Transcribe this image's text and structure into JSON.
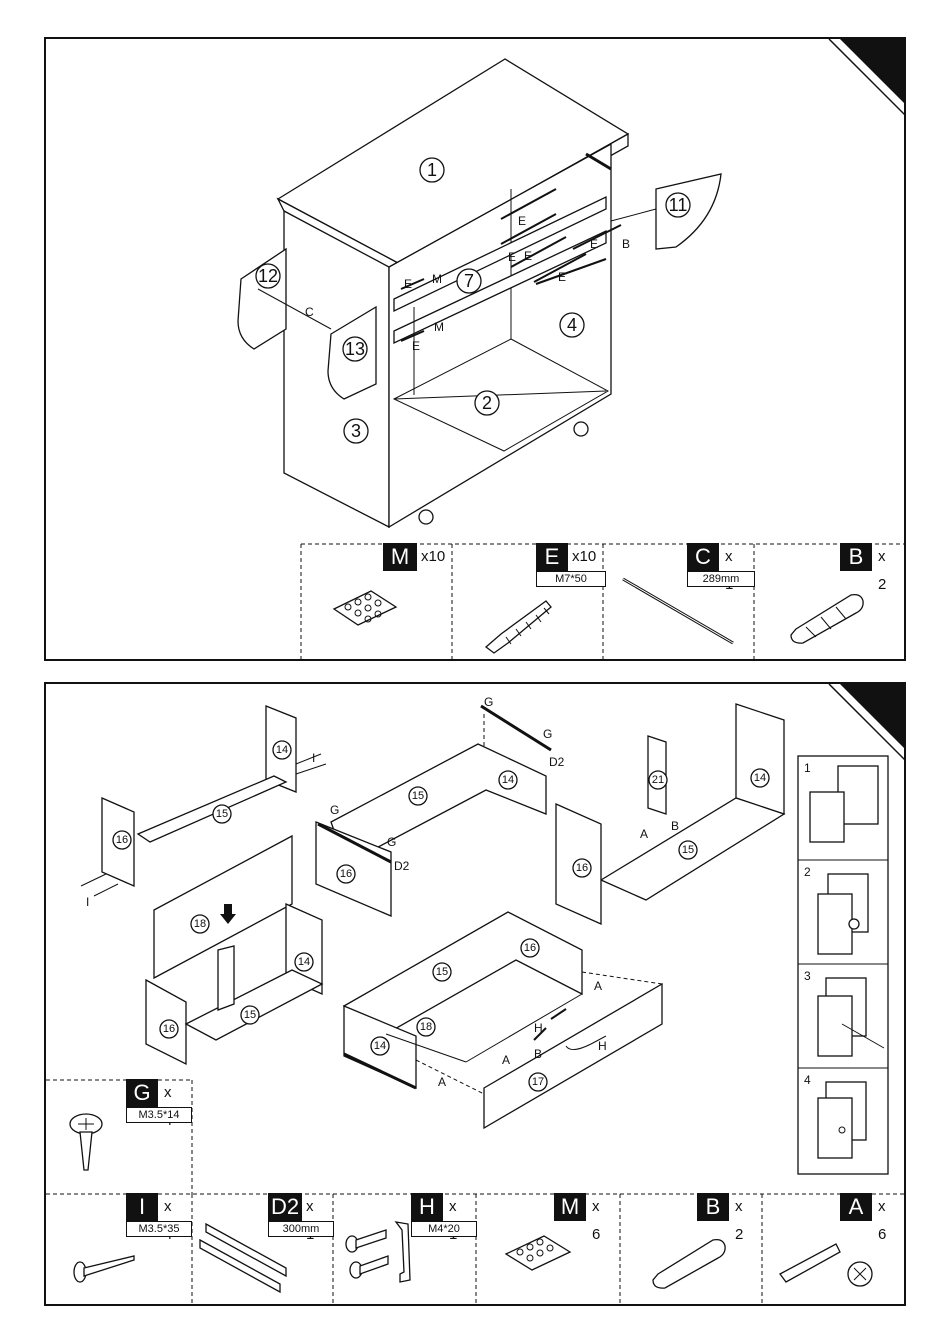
{
  "step1": {
    "parts_labels": [
      "1",
      "2",
      "3",
      "4",
      "7",
      "11",
      "12",
      "13"
    ],
    "hardware_labels": [
      "E",
      "E",
      "E",
      "E",
      "E",
      "E",
      "E",
      "M",
      "M",
      "C",
      "B"
    ],
    "parts": [
      {
        "code": "M",
        "qty": "x10",
        "spec": ""
      },
      {
        "code": "E",
        "qty": "x10",
        "spec": "M7*50"
      },
      {
        "code": "C",
        "qty": "x 1",
        "spec": "289mm"
      },
      {
        "code": "B",
        "qty": "x 2",
        "spec": ""
      }
    ]
  },
  "step2": {
    "parts_labels": [
      "14",
      "15",
      "16",
      "14",
      "15",
      "16",
      "21",
      "14",
      "15",
      "16",
      "18",
      "14",
      "15",
      "16",
      "16",
      "15",
      "18",
      "14",
      "17"
    ],
    "hardware_labels": [
      "I",
      "I",
      "G",
      "G",
      "G",
      "G",
      "D2",
      "D2",
      "A",
      "B",
      "H",
      "A",
      "B",
      "H",
      "A",
      "A"
    ],
    "detail_steps": [
      "1",
      "2",
      "3",
      "4"
    ],
    "parts": [
      {
        "code": "G",
        "qty": "x 4",
        "spec": "M3.5*14"
      },
      {
        "code": "I",
        "qty": "x 4",
        "spec": "M3.5*35"
      },
      {
        "code": "D2",
        "qty": "x 1",
        "spec": "300mm"
      },
      {
        "code": "H",
        "qty": "x 1",
        "spec": "M4*20"
      },
      {
        "code": "M",
        "qty": "x 6",
        "spec": ""
      },
      {
        "code": "B",
        "qty": "x 2",
        "spec": ""
      },
      {
        "code": "A",
        "qty": "x 6",
        "spec": ""
      }
    ]
  }
}
